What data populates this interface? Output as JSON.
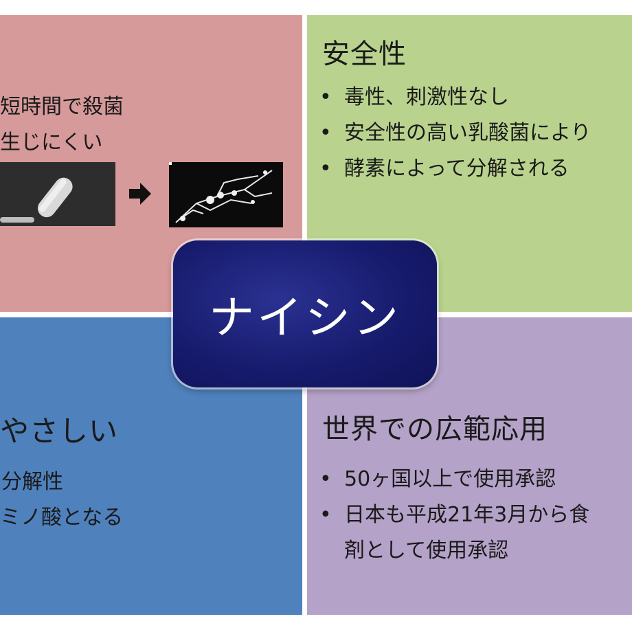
{
  "center": {
    "title": "ナイシン"
  },
  "quadrants": {
    "top_left": {
      "lines": [
        "短時間で殺菌",
        "生じにくい"
      ],
      "image_before_label": "",
      "image_after_label": ""
    },
    "top_right": {
      "title": "安全性",
      "bullets": [
        "毒性、刺激性なし",
        "安全性の高い乳酸菌により",
        "酵素によって分解される"
      ]
    },
    "bottom_left": {
      "title": "やさしい",
      "lines": [
        "分解性",
        "ミノ酸となる"
      ]
    },
    "bottom_right": {
      "title": "世界での広範応用",
      "bullets": [
        "50ヶ国以上で使用承認",
        "日本も平成21年3月から食"
      ],
      "bullet_continuation": "剤として使用承認"
    }
  },
  "colors": {
    "top_left": "#d79a9a",
    "top_right": "#b9d38e",
    "bottom_left": "#4f81bd",
    "bottom_right": "#b4a2c8",
    "center": "#161a6b"
  }
}
